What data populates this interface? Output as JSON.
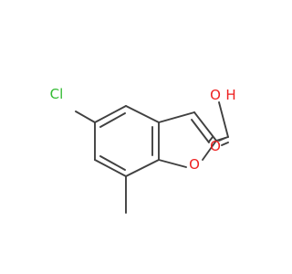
{
  "molecule": {
    "atoms": {
      "cl": "Cl",
      "o_ring": "O",
      "oh_o": "O",
      "oh_h": "H",
      "carbonyl_o": "O"
    },
    "colors": {
      "bond": "#404040",
      "chlorine": "#33bb33",
      "oxygen": "#ee2020"
    }
  }
}
